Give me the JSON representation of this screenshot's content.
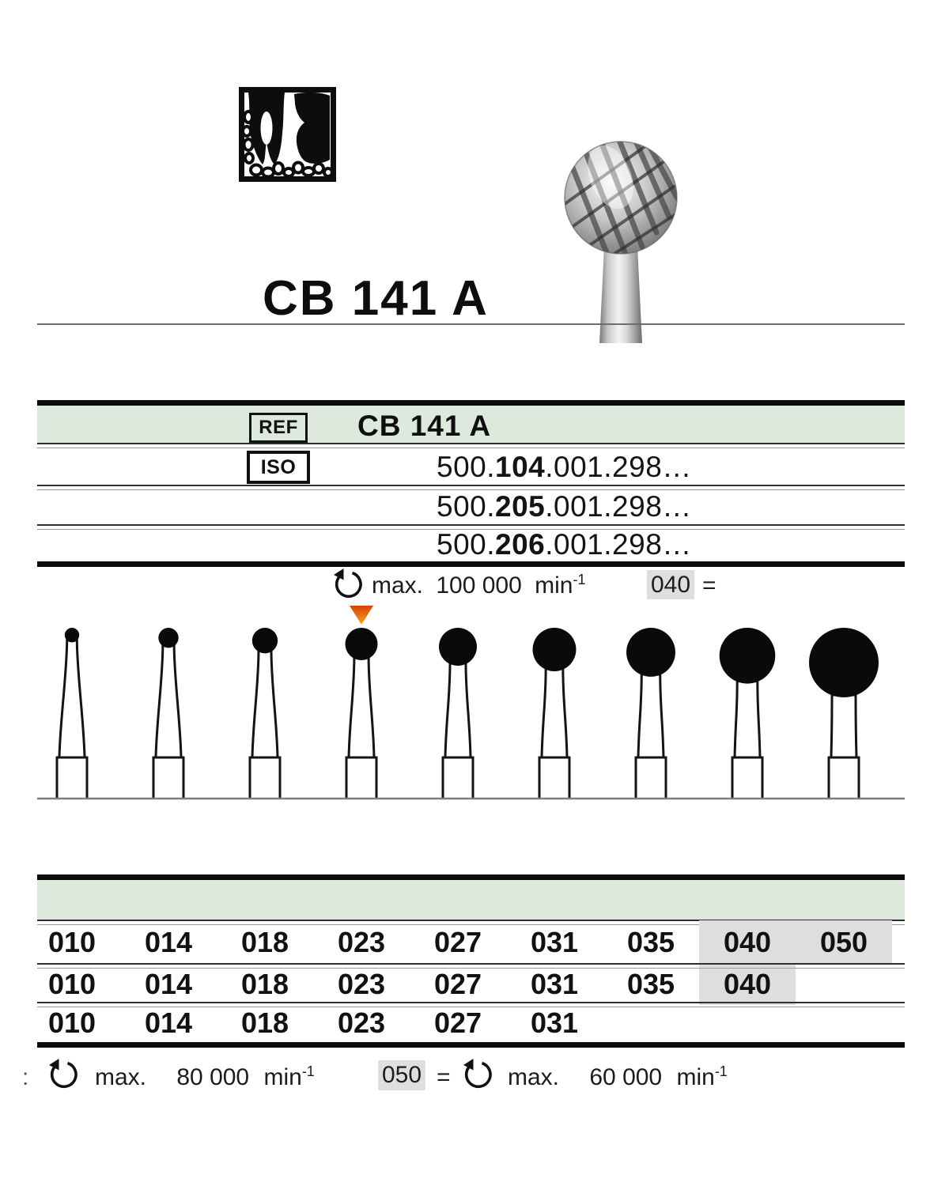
{
  "page": {
    "title": "CB 141 A"
  },
  "header": {
    "tooth_icon": "tooth-in-bone-icon",
    "product_photo": "carbide-round-bur-photo"
  },
  "ref_section": {
    "ref_label": "REF",
    "ref_value": "CB 141 A",
    "iso_label": "ISO",
    "iso_numbers": [
      {
        "p1": "500.",
        "bold": "104",
        "p2": ".001.298…"
      },
      {
        "p1": "500.",
        "bold": "205",
        "p2": ".001.298…"
      },
      {
        "p1": "500.",
        "bold": "206",
        "p2": ".001.298…"
      }
    ]
  },
  "speed_note": {
    "label": "max.",
    "value": "100 000",
    "unit": "min",
    "exponent": "-1",
    "size": "040",
    "equals": "="
  },
  "figures": {
    "sizes": [
      "010",
      "014",
      "018",
      "023",
      "027",
      "031",
      "035",
      "040",
      "050"
    ],
    "marker_size": "023"
  },
  "size_table": {
    "rows": [
      {
        "values": [
          "010",
          "014",
          "018",
          "023",
          "027",
          "031",
          "035",
          "040",
          "050"
        ],
        "highlighted": [
          "040",
          "050"
        ]
      },
      {
        "values": [
          "010",
          "014",
          "018",
          "023",
          "027",
          "031",
          "035",
          "040"
        ],
        "highlighted": [
          "040"
        ]
      },
      {
        "values": [
          "010",
          "014",
          "018",
          "023",
          "027",
          "031"
        ],
        "highlighted": []
      }
    ]
  },
  "legend": {
    "lead": ":",
    "entries": [
      {
        "label": "max.",
        "value": "80 000",
        "unit": "min",
        "exponent": "-1"
      },
      {
        "size": "050",
        "equals": "=",
        "label": "max.",
        "value": "60 000",
        "unit": "min",
        "exponent": "-1"
      }
    ]
  },
  "colors": {
    "band_mint": "#dce9dc",
    "highlight_gray": "#dedede",
    "marker_orange_top": "#d84109",
    "marker_orange_bottom": "#fba41c"
  }
}
